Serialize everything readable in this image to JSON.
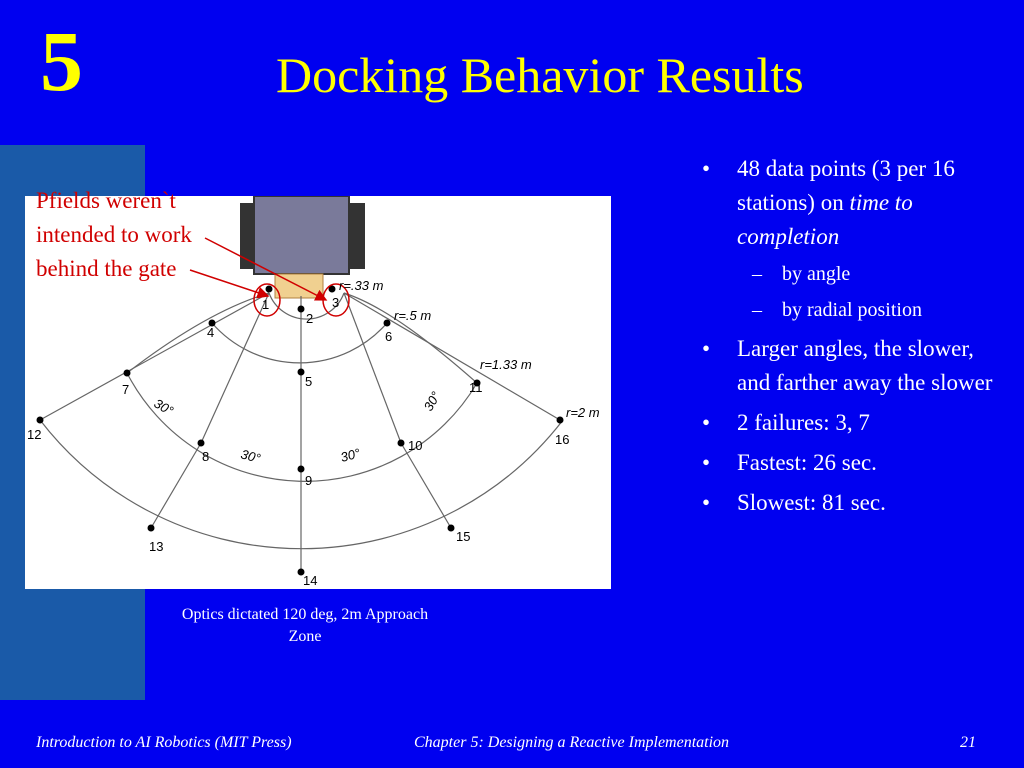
{
  "slide": {
    "number": "5",
    "title": "Docking Behavior Results"
  },
  "annotation": "Pfields weren`t intended to work behind the gate",
  "figure": {
    "station_labels": [
      "1",
      "2",
      "3",
      "4",
      "5",
      "6",
      "7",
      "8",
      "9",
      "10",
      "11",
      "12",
      "13",
      "14",
      "15",
      "16"
    ],
    "radius_labels": [
      "r=.33 m",
      "r=.5 m",
      "r=1.33 m",
      "r=2 m"
    ],
    "angle_labels": [
      "30°",
      "30°",
      "30°",
      "30°"
    ]
  },
  "caption": "Optics dictated 120 deg, 2m Approach Zone",
  "bullets": [
    {
      "text": "48 data points (3 per 16 stations) on ",
      "italic": "time to completion"
    },
    {
      "text": "Larger angles, the slower, and farther away the slower"
    },
    {
      "text": "2 failures: 3, 7"
    },
    {
      "text": "Fastest: 26 sec."
    },
    {
      "text": "Slowest: 81 sec."
    }
  ],
  "sub_bullets": [
    "by angle",
    "by radial position"
  ],
  "marks": {
    "bullet": "•",
    "dash": "–"
  },
  "footer": {
    "left": "Introduction to AI Robotics (MIT Press)",
    "center": "Chapter 5: Designing a Reactive Implementation",
    "page": "21"
  },
  "colors": {
    "background": "#0000f0",
    "band": "#1a5aa8",
    "title": "#ffff00",
    "annotation": "#d00000"
  }
}
